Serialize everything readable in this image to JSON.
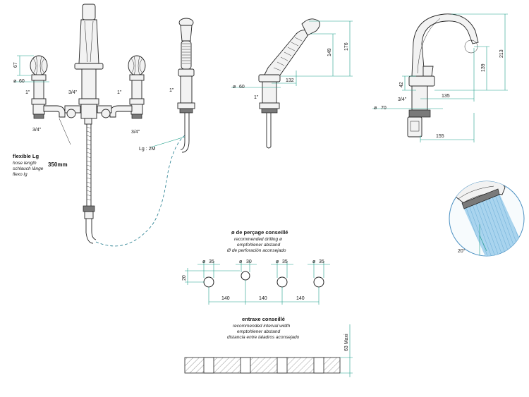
{
  "faucet_front": {
    "dim_height_left": "67",
    "dim_dia_left": "60",
    "thread_left": "1\"",
    "thread_center": "3/4\"",
    "thread_right": "1\"",
    "thread_bottom_left": "3/4\"",
    "thread_bottom_right": "3/4\""
  },
  "flexible": {
    "title": "flexible Lg",
    "line_en": "hose length",
    "line_de": "schlauch länge",
    "line_es": "flexo lg",
    "length": "350mm"
  },
  "handshower": {
    "thread": "1\"",
    "hose_label": "Lg : 2M"
  },
  "handshower_side": {
    "dim_149": "149",
    "dim_176": "176",
    "dim_dia": "60",
    "dim_132": "132",
    "thread": "1\""
  },
  "spout_side": {
    "dim_213": "213",
    "dim_139": "139",
    "dim_42": "42",
    "dim_135": "135",
    "dim_dia": "70",
    "thread": "3/4\"",
    "dim_155": "155"
  },
  "aerator": {
    "angle": "20°"
  },
  "drilling": {
    "title": "ø de perçage conseillé",
    "line_en": "recommended drilling ø",
    "line_de": "empfohlener abstand",
    "line_es": "Ø de perforación aconsejado",
    "holes": [
      "35",
      "30",
      "35",
      "35"
    ],
    "dim_height": "20",
    "spacings": [
      "140",
      "140",
      "140"
    ]
  },
  "interval": {
    "title": "entraxe conseillé",
    "line_en": "recommended interval width",
    "line_de": "emptohlener abstand",
    "line_es": "distancia entre taladros aconsejado",
    "max": "63 Maxi"
  }
}
